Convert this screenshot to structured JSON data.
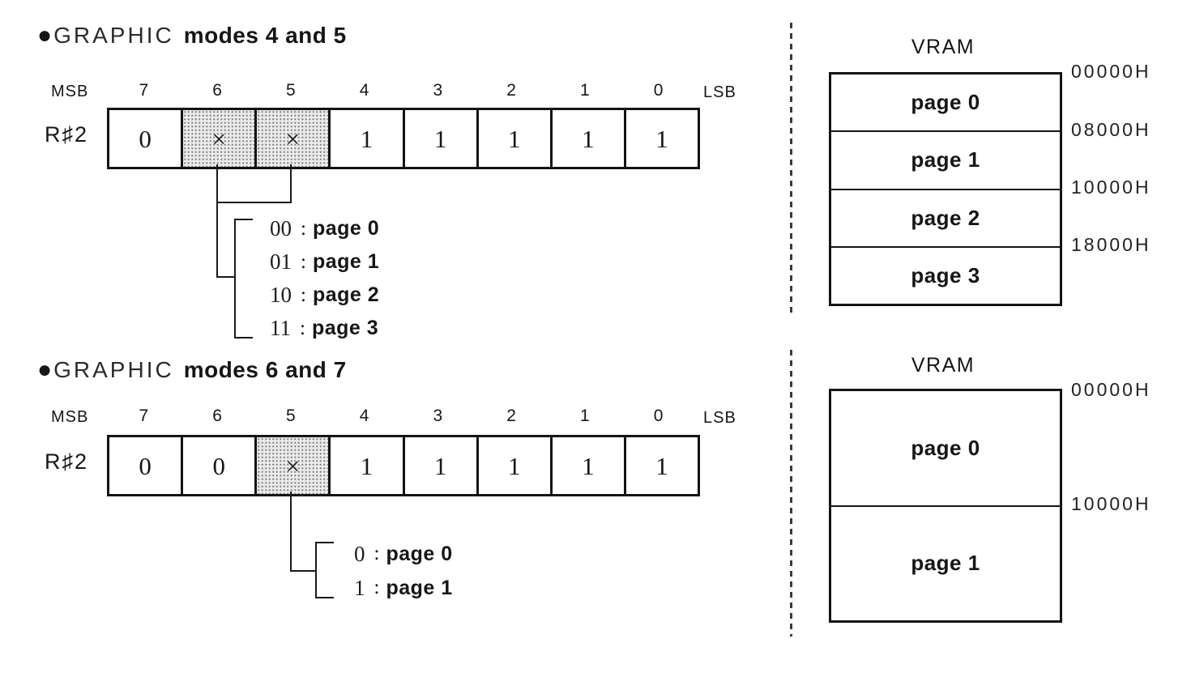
{
  "sections": [
    {
      "heading": {
        "bullet": "●",
        "name": "GRAPHIC",
        "modes": "modes 4 and 5"
      },
      "register": {
        "label": "R♯2",
        "msb": "MSB",
        "lsb": "LSB",
        "bit_numbers": [
          "7",
          "6",
          "5",
          "4",
          "3",
          "2",
          "1",
          "0"
        ],
        "cells": [
          {
            "value": "0",
            "shaded": false
          },
          {
            "value": "×",
            "shaded": true
          },
          {
            "value": "×",
            "shaded": true
          },
          {
            "value": "1",
            "shaded": false
          },
          {
            "value": "1",
            "shaded": false
          },
          {
            "value": "1",
            "shaded": false
          },
          {
            "value": "1",
            "shaded": false
          },
          {
            "value": "1",
            "shaded": false
          }
        ]
      },
      "legend": [
        {
          "code": "00",
          "colon": ":",
          "label": "page 0"
        },
        {
          "code": "01",
          "colon": ":",
          "label": "page 1"
        },
        {
          "code": "10",
          "colon": ":",
          "label": "page 2"
        },
        {
          "code": "11",
          "colon": ":",
          "label": "page 3"
        }
      ],
      "vram": {
        "title": "VRAM",
        "pages": [
          "page 0",
          "page 1",
          "page 2",
          "page 3"
        ],
        "addresses": [
          "00000H",
          "08000H",
          "10000H",
          "18000H"
        ]
      }
    },
    {
      "heading": {
        "bullet": "●",
        "name": "GRAPHIC",
        "modes": "modes 6 and 7"
      },
      "register": {
        "label": "R♯2",
        "msb": "MSB",
        "lsb": "LSB",
        "bit_numbers": [
          "7",
          "6",
          "5",
          "4",
          "3",
          "2",
          "1",
          "0"
        ],
        "cells": [
          {
            "value": "0",
            "shaded": false
          },
          {
            "value": "0",
            "shaded": false
          },
          {
            "value": "×",
            "shaded": true
          },
          {
            "value": "1",
            "shaded": false
          },
          {
            "value": "1",
            "shaded": false
          },
          {
            "value": "1",
            "shaded": false
          },
          {
            "value": "1",
            "shaded": false
          },
          {
            "value": "1",
            "shaded": false
          }
        ]
      },
      "legend": [
        {
          "code": "0",
          "colon": ":",
          "label": "page 0"
        },
        {
          "code": "1",
          "colon": ":",
          "label": "page 1"
        }
      ],
      "vram": {
        "title": "VRAM",
        "pages": [
          "page 0",
          "page 1"
        ],
        "addresses": [
          "00000H",
          "10000H"
        ]
      }
    }
  ]
}
